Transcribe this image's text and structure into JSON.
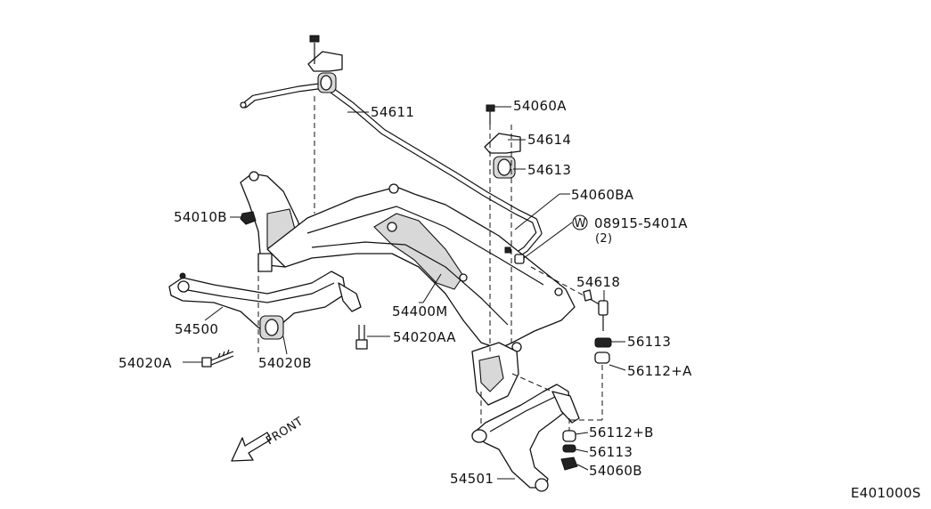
{
  "parts": {
    "p54611": "54611",
    "p54060A": "54060A",
    "p54614": "54614",
    "p54613": "54613",
    "p54060BA": "54060BA",
    "p54010B": "54010B",
    "p08915": "08915-5401A",
    "p08915_qty": "(2)",
    "p08915_symbol": "W",
    "p54618": "54618",
    "p54400M": "54400M",
    "p54500": "54500",
    "p54020AA": "54020AA",
    "p56113_upper": "56113",
    "p56112A": "56112+A",
    "p54020A": "54020A",
    "p54020B": "54020B",
    "p56112B": "56112+B",
    "p56113_lower": "56113",
    "p54060B": "54060B",
    "p54501": "54501"
  },
  "front_label": "FRONT",
  "diagram_code": "E401000S"
}
